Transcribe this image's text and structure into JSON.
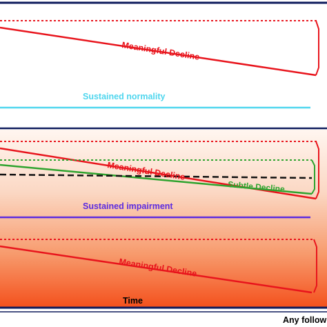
{
  "labels": {
    "top_decline": "Meaningful Decline",
    "sustained_normality": "Sustained normality",
    "middle_decline": "Meaningful Decline",
    "subtle_decline": "Subtle Decline",
    "sustained_impairment": "Sustained impairment",
    "bottom_decline": "Meaningful Decline",
    "time_axis": "Time",
    "followup_note": "Any follow"
  },
  "colors": {
    "meaningful_decline": "#e8141c",
    "subtle_decline": "#2ea32e",
    "sustained_normality": "#4fd6ee",
    "sustained_impairment": "#5b2be0",
    "threshold_dashed": "#111111",
    "frame": "#0d1a5c",
    "impairment_band_top": "#fff4ee",
    "impairment_band_bottom": "#f4501c"
  }
}
